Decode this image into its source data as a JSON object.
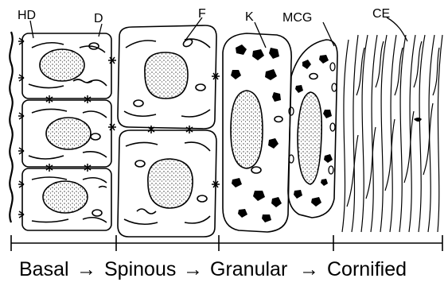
{
  "callouts": {
    "hd": "HD",
    "d": "D",
    "f": "F",
    "k": "K",
    "mcg": "MCG",
    "ce": "CE"
  },
  "stages": {
    "basal": "Basal",
    "spinous": "Spinous",
    "granular": "Granular",
    "cornified": "Cornified"
  },
  "arrow_glyph": "→",
  "colors": {
    "ink": "#000000",
    "paper": "#ffffff",
    "stipple": "#555555"
  }
}
